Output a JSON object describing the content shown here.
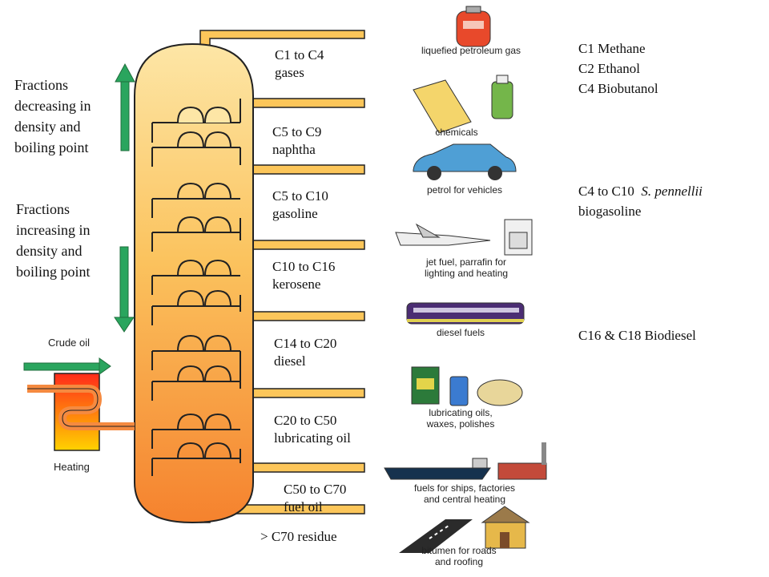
{
  "fractions": [
    {
      "lines": [
        "C1 to C4",
        "gases"
      ]
    },
    {
      "lines": [
        "C5 to C9",
        "naphtha"
      ]
    },
    {
      "lines": [
        "C5 to C10",
        "gasoline"
      ]
    },
    {
      "lines": [
        "C10 to C16",
        "kerosene"
      ]
    },
    {
      "lines": [
        "C14 to C20",
        "diesel"
      ]
    },
    {
      "lines": [
        "C20 to C50",
        "lubricating oil"
      ]
    },
    {
      "lines": [
        "C50 to C70",
        "fuel oil"
      ]
    },
    {
      "lines": [
        "> C70 residue"
      ]
    }
  ],
  "left_labels": {
    "decreasing": [
      "Fractions",
      "decreasing in",
      "density and",
      "boiling point"
    ],
    "increasing": [
      "Fractions",
      "increasing in",
      "density and",
      "boiling point"
    ],
    "crude_oil": "Crude oil",
    "heating": "Heating"
  },
  "products": [
    {
      "icon": "gas-cylinder-icon",
      "lines": [
        "liquefied petroleum gas"
      ]
    },
    {
      "icon": "chemicals-icon",
      "lines": [
        "chemicals"
      ]
    },
    {
      "icon": "car-icon",
      "lines": [
        "petrol for vehicles"
      ]
    },
    {
      "icon": "jet-heater-icon",
      "lines": [
        "jet fuel, parrafin for",
        "lighting and heating"
      ]
    },
    {
      "icon": "train-icon",
      "lines": [
        "diesel fuels"
      ]
    },
    {
      "icon": "oil-cans-icon",
      "lines": [
        "lubricating oils,",
        "waxes, polishes"
      ]
    },
    {
      "icon": "ship-factory-icon",
      "lines": [
        "fuels for ships, factories",
        "and central heating"
      ]
    },
    {
      "icon": "road-house-icon",
      "lines": [
        "bitumen for roads",
        "and roofing"
      ]
    }
  ],
  "biofuels": {
    "gases": [
      "C1 Methane",
      "C2 Ethanol",
      "C4 Biobutanol"
    ],
    "gasoline_prefix": "C4 to C10",
    "gasoline_species": "S. pennellii",
    "gasoline_suffix": "biogasoline",
    "diesel": "C16 & C18 Biodiesel"
  },
  "colors": {
    "column_top": "#fde6a6",
    "column_mid": "#fbc35e",
    "column_bottom": "#f5822e",
    "pipe": "#fcc65a",
    "pipe_outline": "#222222",
    "arrow_green": "#2aa55e",
    "furnace_top": "#ff2a1a",
    "furnace_bottom": "#ffd200"
  }
}
